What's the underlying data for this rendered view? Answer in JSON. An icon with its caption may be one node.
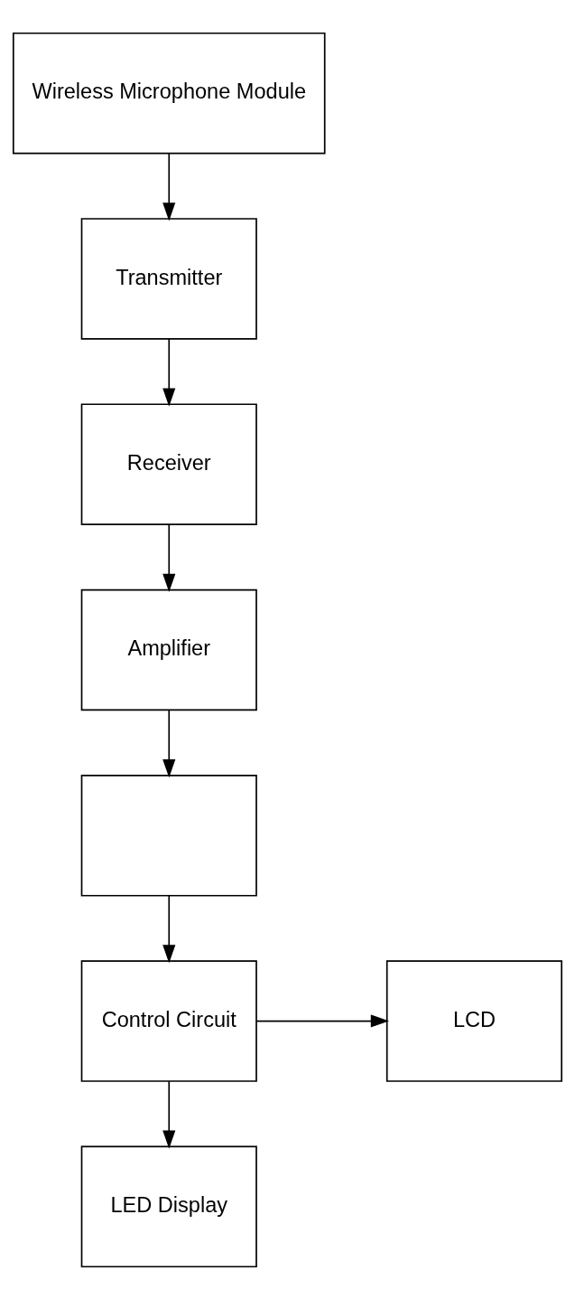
{
  "diagram": {
    "nodes": [
      {
        "text": [
          "Wireless Microphone Module"
        ]
      },
      {
        "text": [
          "Transmitter"
        ]
      },
      {
        "text": [
          "Receiver"
        ]
      },
      {
        "text": [
          "Amplifier"
        ]
      },
      {
        "text": [],
        "shape": "box"
      },
      {
        "text": [
          "Control Circuit"
        ]
      },
      {
        "text": [
          "LCD"
        ]
      },
      {
        "text": [
          "LED Display"
        ]
      }
    ],
    "edges": [
      {
        "from": 0,
        "to": 1,
        "arrow": "to"
      },
      {
        "from": 1,
        "to": 2,
        "arrow": "to"
      },
      {
        "from": 2,
        "to": 3,
        "arrow": "to"
      },
      {
        "from": 3,
        "to": 4,
        "arrow": "to"
      },
      {
        "from": 4,
        "to": 5,
        "arrow": "to"
      },
      {
        "from": 5,
        "to": 6,
        "arrow": "to"
      },
      {
        "from": 5,
        "to": 7,
        "arrow": "to"
      }
    ]
  }
}
